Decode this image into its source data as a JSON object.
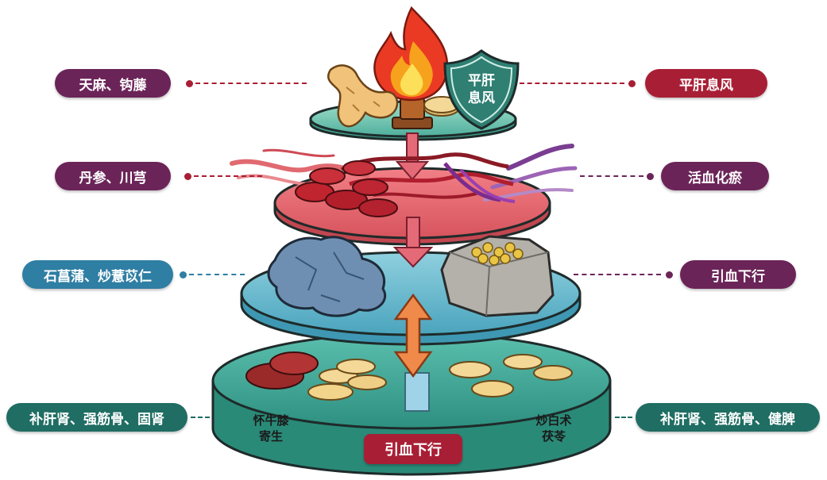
{
  "layers": [
    {
      "herbs": "天麻、钩藤",
      "effect": "平肝息风"
    },
    {
      "herbs": "丹参、川芎",
      "effect": "活血化瘀"
    },
    {
      "herbs": "石菖蒲、炒薏苡仁",
      "effect": "引血下行"
    },
    {
      "herbs": "补肝肾、强筋骨、固肾",
      "effect": "补肝肾、强筋骨、健脾"
    }
  ],
  "shield_text": [
    "平肝",
    "息风"
  ],
  "base": {
    "left_herbs": [
      "怀牛膝",
      "寄生"
    ],
    "right_herbs": [
      "炒白术",
      "茯苓"
    ],
    "center_label": "引血下行"
  },
  "colors": {
    "plum": "#6b2458",
    "crimson": "#a81f35",
    "steel": "#2f7ea3",
    "teal": "#1f6d63"
  }
}
